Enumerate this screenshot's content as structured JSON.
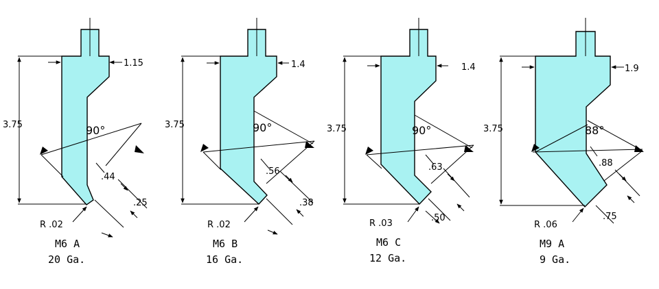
{
  "colors": {
    "tool_fill": "#a9f2f2",
    "line": "#000000",
    "background": "#ffffff"
  },
  "tools": [
    {
      "id": "m6a",
      "height": "3.75",
      "shank": "1.15",
      "angle": "90°",
      "tip_depth": ".44",
      "tip_width": ".25",
      "radius": "R .02",
      "model": "M6 A",
      "gauge": "20 Ga."
    },
    {
      "id": "m6b",
      "height": "3.75",
      "shank": "1.4",
      "angle": "90°",
      "tip_depth": ".56",
      "tip_width": ".38",
      "radius": "R .02",
      "model": "M6 B",
      "gauge": "16 Ga."
    },
    {
      "id": "m6c",
      "height": "3.75",
      "shank": "1.4",
      "angle": "90°",
      "tip_depth": ".63",
      "tip_width": ".50",
      "radius": "R .03",
      "model": "M6 C",
      "gauge": "12 Ga."
    },
    {
      "id": "m9a",
      "height": "3.75",
      "shank": "1.9",
      "angle": "88°",
      "tip_depth": ".88",
      "tip_width": ".75",
      "radius": "R .06",
      "model": "M9 A",
      "gauge": "9 Ga."
    }
  ]
}
